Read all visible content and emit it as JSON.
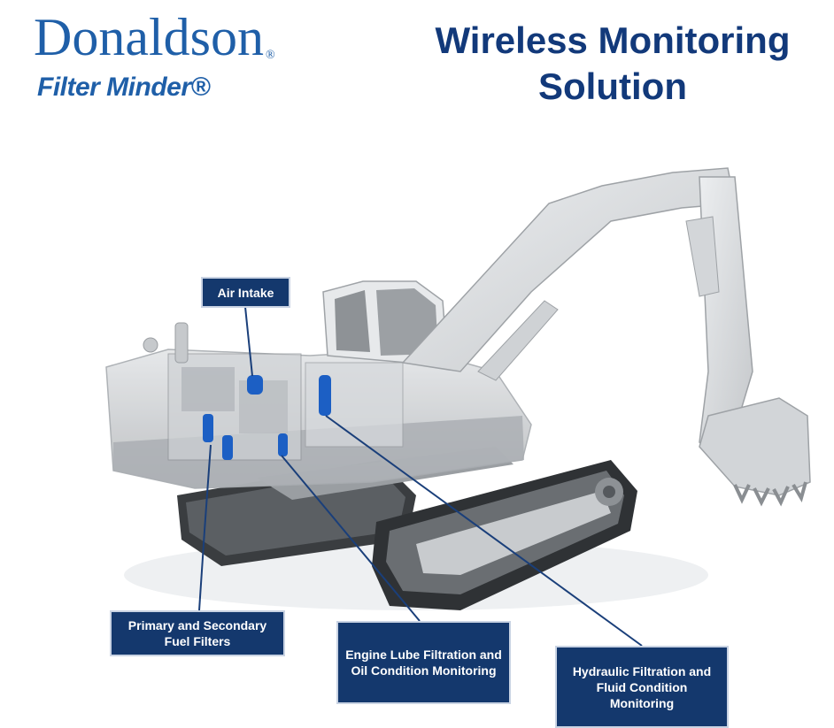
{
  "logo": {
    "brand": "Donaldson",
    "registered": "®",
    "product": "Filter Minder®"
  },
  "title": {
    "line1": "Wireless Monitoring",
    "line2": "Solution"
  },
  "labels": {
    "air_intake": "Air Intake",
    "fuel_filters": "Primary and Secondary Fuel Filters",
    "engine_lube": "Engine Lube Filtration and Oil Condition Monitoring",
    "hydraulic": "Hydraulic Filtration and Fluid Condition Monitoring"
  },
  "colors": {
    "brand_blue": "#1f5fa8",
    "title_navy": "#12397a",
    "label_bg": "#14386d",
    "callout_line": "#1a3f7a",
    "sensor_blue": "#1c5fc4"
  }
}
